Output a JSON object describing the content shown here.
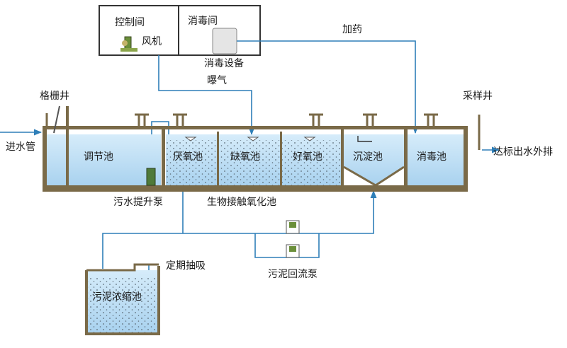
{
  "rooms": {
    "control_room": "控制间",
    "fan": "风机",
    "disinfection_room": "消毒间",
    "disinfection_equipment": "消毒设备"
  },
  "flows": {
    "dosing": "加药",
    "aeration": "曝气",
    "inlet_pipe": "进水管",
    "outlet": "达标出水外排",
    "periodic_pumping": "定期抽吸"
  },
  "structures": {
    "screen_well": "格栅井",
    "sampling_well": "采样井",
    "regulating_tank": "调节池",
    "anoxic_tank": "厌氧池",
    "deficient_oxygen_tank": "缺氧池",
    "aerobic_tank": "好氧池",
    "sedimentation_tank": "沉淀池",
    "disinfection_tank": "消毒池",
    "sludge_thickening_tank": "污泥浓缩池"
  },
  "equipment": {
    "lift_pump": "污水提升泵",
    "bio_contact_oxidation": "生物接触氧化池",
    "sludge_return_pump": "污泥回流泵"
  },
  "colors": {
    "wall": "#7a6a48",
    "water_top": "#d6ecfa",
    "water_bottom": "#a9d2ef",
    "pipe": "#2f7fb8"
  }
}
